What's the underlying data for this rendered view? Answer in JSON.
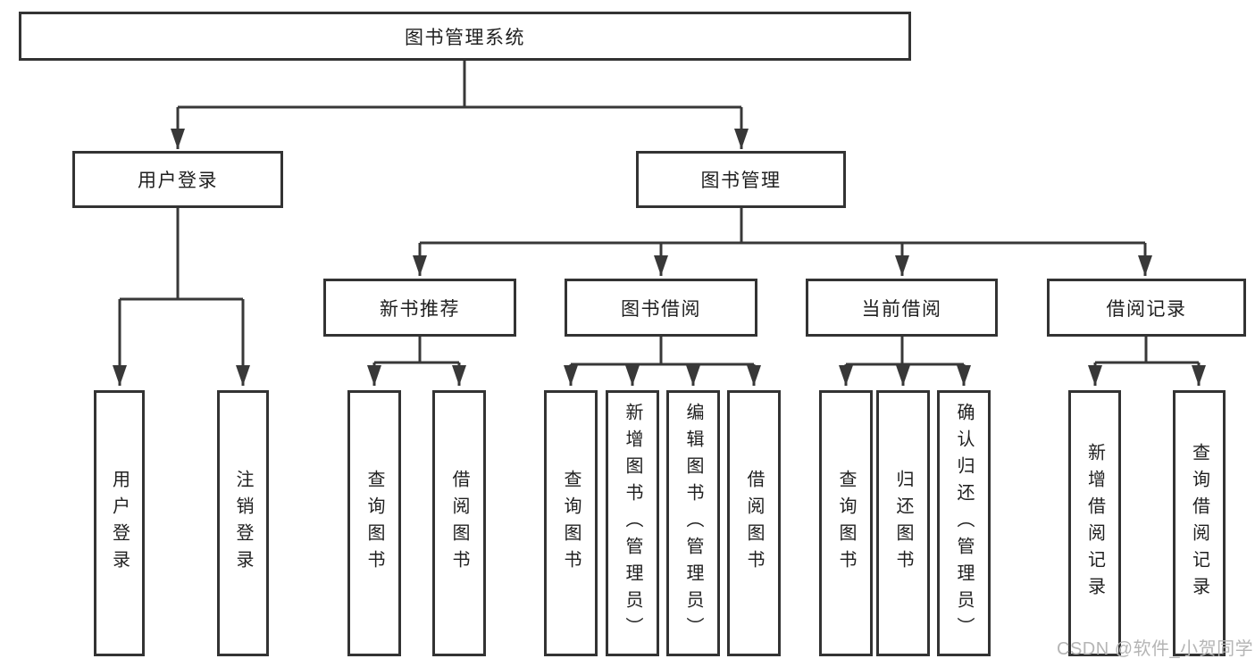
{
  "diagram": {
    "type": "hierarchy-tree",
    "tree": {
      "label": "图书管理系统",
      "children": [
        {
          "label": "用户登录",
          "children": [
            {
              "label": "用户登录"
            },
            {
              "label": "注销登录"
            }
          ]
        },
        {
          "label": "图书管理",
          "children": [
            {
              "label": "新书推荐",
              "children": [
                {
                  "label": "查询图书"
                },
                {
                  "label": "借阅图书"
                }
              ]
            },
            {
              "label": "图书借阅",
              "children": [
                {
                  "label": "查询图书"
                },
                {
                  "label": "新增图书（管理员）"
                },
                {
                  "label": "编辑图书（管理员）"
                },
                {
                  "label": "借阅图书"
                }
              ]
            },
            {
              "label": "当前借阅",
              "children": [
                {
                  "label": "查询图书"
                },
                {
                  "label": "归还图书"
                },
                {
                  "label": "确认归还（管理员）"
                }
              ]
            },
            {
              "label": "借阅记录",
              "children": [
                {
                  "label": "新增借阅记录"
                },
                {
                  "label": "查询借阅记录"
                }
              ]
            }
          ]
        }
      ]
    },
    "colors": {
      "line": "#383838",
      "box_border": "#333333",
      "text": "#1f1f1f",
      "background": "#ffffff",
      "watermark": "#b5b5b5"
    }
  },
  "watermark": {
    "text": "CSDN @软件_小贺同学"
  }
}
